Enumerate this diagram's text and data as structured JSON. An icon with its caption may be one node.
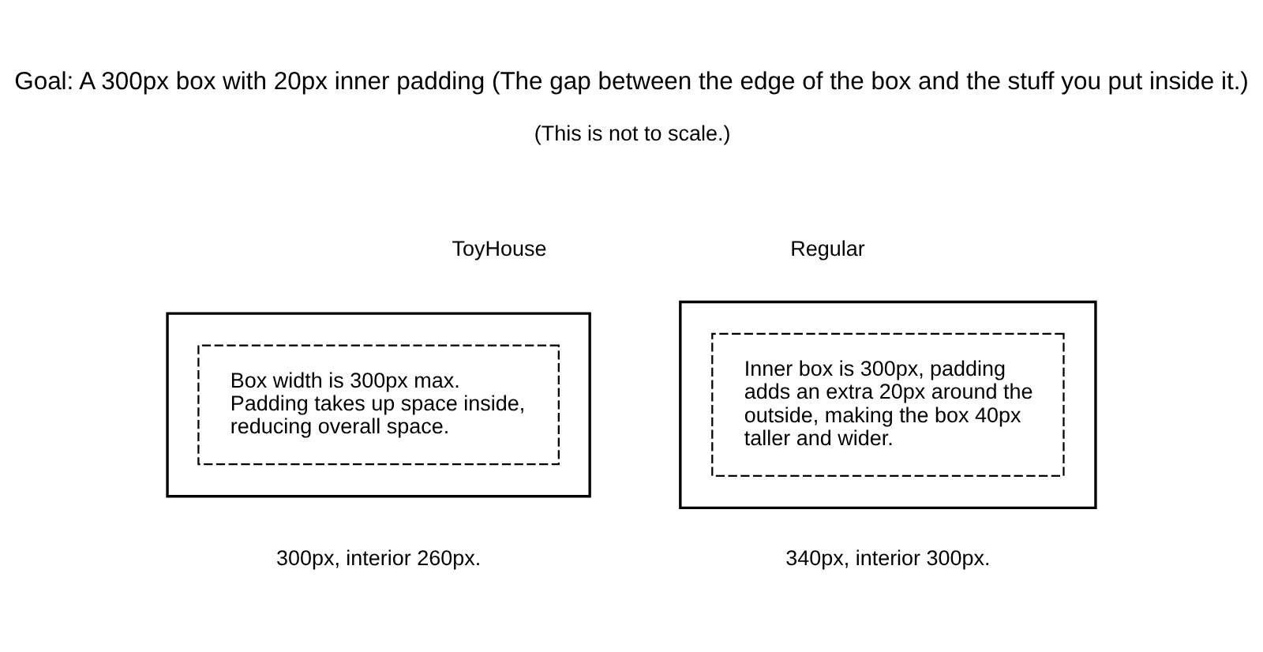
{
  "diagram": {
    "title": "Goal: A 300px box with 20px inner padding (The gap between the edge of the box and the stuff you put inside it.)",
    "nodes": [
      {
        "text": [],
        "shape": "box",
        "beside": [
          "300px, interior 260px."
        ]
      },
      {
        "text": [
          "Box width is 300px max. Padding takes up space inside, reducing overall space."
        ],
        "in": 0
      },
      {
        "text": [],
        "shape": "box",
        "beside": [
          "340px, interior 300px."
        ]
      },
      {
        "text": [
          "Inner box is 300px, padding adds an extra 20px around the outside, making the box 40px taller and wider."
        ],
        "in": 2
      }
    ],
    "edges": [],
    "labels": [
      "(This is not to scale.)",
      "ToyHouse",
      "Regular"
    ]
  }
}
